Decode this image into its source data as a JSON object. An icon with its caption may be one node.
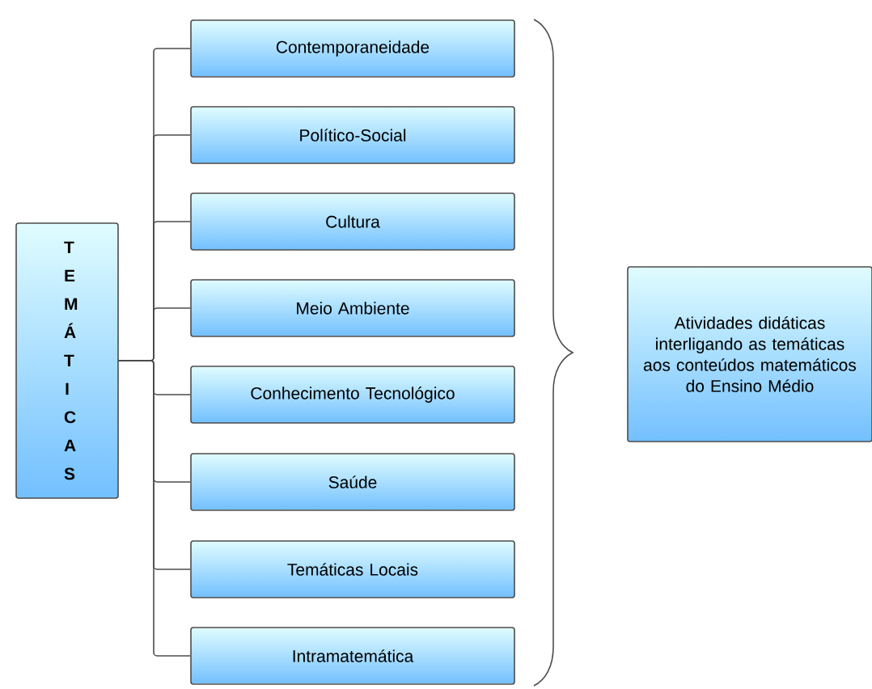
{
  "diagram": {
    "nodes": [
      {
        "text": [
          "T E M Á T I C A S"
        ]
      },
      {
        "text": [
          "Contemporaneidade"
        ]
      },
      {
        "text": [
          "Político-Social"
        ]
      },
      {
        "text": [
          "Cultura"
        ]
      },
      {
        "text": [
          "Meio Ambiente"
        ]
      },
      {
        "text": [
          "Conhecimento Tecnológico"
        ]
      },
      {
        "text": [
          "Saúde"
        ]
      },
      {
        "text": [
          "Temáticas Locais"
        ]
      },
      {
        "text": [
          "Intramatemática"
        ]
      },
      {
        "text": [
          "Atividades didáticas interligando as temáticas aos conteúdos matemáticos do Ensino Médio"
        ]
      }
    ],
    "edges": [
      {
        "from": 0,
        "to": 1,
        "arrow": "none"
      },
      {
        "from": 0,
        "to": 2,
        "arrow": "none"
      },
      {
        "from": 0,
        "to": 3,
        "arrow": "none"
      },
      {
        "from": 0,
        "to": 4,
        "arrow": "none"
      },
      {
        "from": 0,
        "to": 5,
        "arrow": "none"
      },
      {
        "from": 0,
        "to": 6,
        "arrow": "none"
      },
      {
        "from": 0,
        "to": 7,
        "arrow": "none"
      },
      {
        "from": 0,
        "to": 8,
        "arrow": "none"
      }
    ]
  }
}
